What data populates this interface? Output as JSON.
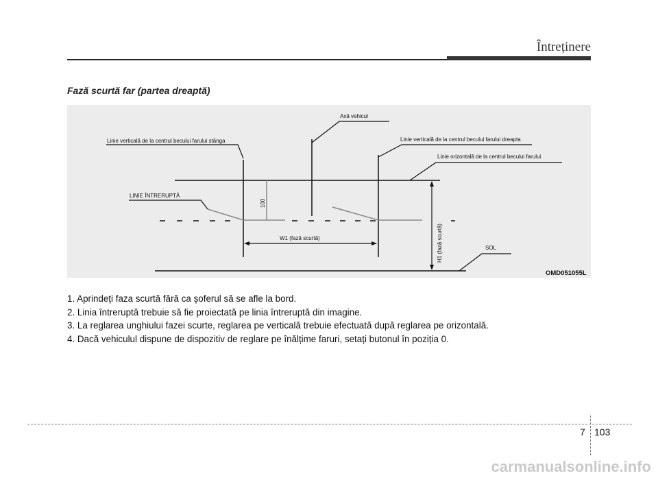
{
  "header": {
    "section_title": "Întreținere"
  },
  "subsection": {
    "title": "Fază scurtă far (partea dreaptă)"
  },
  "figure": {
    "labels": {
      "vehicle_axis": "Axă vehicul",
      "left_vertical": "Linie verticală de la centrul becului farului stânga",
      "right_vertical": "Linie verticală de la centrul becului farului dreapta",
      "horizontal": "Linie orizontală de la centrul becului farului",
      "dashed_line": "LINIE ÎNTRERUPTĂ",
      "dimension_100": "100",
      "w1": "W1 (fază scurtă)",
      "h1": "H1 (fază scurtă)",
      "ground": "SOL"
    },
    "code": "OMD051055L"
  },
  "instructions": [
    "1. Aprindeți faza scurtă fără ca șoferul să se afle la bord.",
    "2. Linia întreruptă trebuie să fie proiectată pe linia întreruptă din imagine.",
    "3. La reglarea unghiului fazei scurte, reglarea pe verticală trebuie efectuată după reglarea pe orizontală.",
    "4. Dacă vehiculul dispune de dispozitiv de reglare pe înălțime faruri, setați butonul în poziția 0."
  ],
  "footer": {
    "chapter": "7",
    "page": "103"
  },
  "watermark": "carmanualsonline.info",
  "colors": {
    "figure_bg": "#ececec",
    "line": "#111111",
    "gray_line": "#888888"
  }
}
